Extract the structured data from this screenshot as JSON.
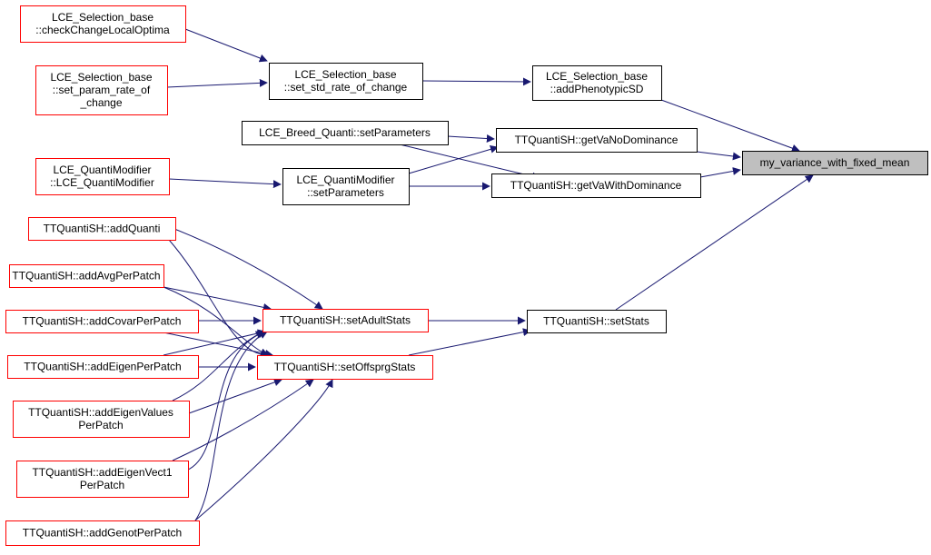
{
  "colors": {
    "edge": "#191970",
    "node_border_default": "#ff0000",
    "node_border_black": "#000000",
    "node_fill": "#ffffff",
    "focus_fill": "#bfbfbf",
    "background": "#ffffff"
  },
  "nodes": [
    {
      "id": "n_check",
      "lines": [
        "LCE_Selection_base",
        "::checkChangeLocalOptima"
      ],
      "border": "red"
    },
    {
      "id": "n_setparam",
      "lines": [
        "LCE_Selection_base",
        "::set_param_rate_of",
        "_change"
      ],
      "border": "red"
    },
    {
      "id": "n_setstd",
      "lines": [
        "LCE_Selection_base",
        "::set_std_rate_of_change"
      ],
      "border": "black"
    },
    {
      "id": "n_addpheno",
      "lines": [
        "LCE_Selection_base",
        "::addPhenotypicSD"
      ],
      "border": "black"
    },
    {
      "id": "n_breed",
      "lines": [
        "LCE_Breed_Quanti::setParameters"
      ],
      "border": "black"
    },
    {
      "id": "n_getvano",
      "lines": [
        "TTQuantiSH::getVaNoDominance"
      ],
      "border": "black"
    },
    {
      "id": "n_myvar",
      "lines": [
        "my_variance_with_fixed_mean"
      ],
      "border": "black",
      "focus": true
    },
    {
      "id": "n_qmod_ctor",
      "lines": [
        "LCE_QuantiModifier",
        "::LCE_QuantiModifier"
      ],
      "border": "red"
    },
    {
      "id": "n_qmod_set",
      "lines": [
        "LCE_QuantiModifier",
        "::setParameters"
      ],
      "border": "black"
    },
    {
      "id": "n_getvawith",
      "lines": [
        "TTQuantiSH::getVaWithDominance"
      ],
      "border": "black"
    },
    {
      "id": "n_addquanti",
      "lines": [
        "TTQuantiSH::addQuanti"
      ],
      "border": "red"
    },
    {
      "id": "n_addavg",
      "lines": [
        "TTQuantiSH::addAvgPerPatch"
      ],
      "border": "red"
    },
    {
      "id": "n_addcovar",
      "lines": [
        "TTQuantiSH::addCovarPerPatch"
      ],
      "border": "red"
    },
    {
      "id": "n_addeigen",
      "lines": [
        "TTQuantiSH::addEigenPerPatch"
      ],
      "border": "red"
    },
    {
      "id": "n_addeigenval",
      "lines": [
        "TTQuantiSH::addEigenValues",
        "PerPatch"
      ],
      "border": "red"
    },
    {
      "id": "n_addeigenvect",
      "lines": [
        "TTQuantiSH::addEigenVect1",
        "PerPatch"
      ],
      "border": "red"
    },
    {
      "id": "n_addgenot",
      "lines": [
        "TTQuantiSH::addGenotPerPatch"
      ],
      "border": "red"
    },
    {
      "id": "n_setadult",
      "lines": [
        "TTQuantiSH::setAdultStats"
      ],
      "border": "red"
    },
    {
      "id": "n_setoff",
      "lines": [
        "TTQuantiSH::setOffsprgStats"
      ],
      "border": "red"
    },
    {
      "id": "n_setstats",
      "lines": [
        "TTQuantiSH::setStats"
      ],
      "border": "black"
    }
  ],
  "edges": [
    {
      "from": "n_check",
      "to": "n_setstd"
    },
    {
      "from": "n_setparam",
      "to": "n_setstd"
    },
    {
      "from": "n_setstd",
      "to": "n_addpheno"
    },
    {
      "from": "n_addpheno",
      "to": "n_myvar"
    },
    {
      "from": "n_breed",
      "to": "n_getvano"
    },
    {
      "from": "n_breed",
      "to": "n_getvawith"
    },
    {
      "from": "n_getvano",
      "to": "n_myvar"
    },
    {
      "from": "n_getvawith",
      "to": "n_myvar"
    },
    {
      "from": "n_qmod_ctor",
      "to": "n_qmod_set"
    },
    {
      "from": "n_qmod_set",
      "to": "n_getvano"
    },
    {
      "from": "n_qmod_set",
      "to": "n_getvawith"
    },
    {
      "from": "n_setstats",
      "to": "n_myvar"
    },
    {
      "from": "n_setadult",
      "to": "n_setstats"
    },
    {
      "from": "n_setoff",
      "to": "n_setstats"
    },
    {
      "from": "n_addquanti",
      "to": "n_setadult"
    },
    {
      "from": "n_addquanti",
      "to": "n_setoff"
    },
    {
      "from": "n_addavg",
      "to": "n_setadult"
    },
    {
      "from": "n_addavg",
      "to": "n_setoff"
    },
    {
      "from": "n_addcovar",
      "to": "n_setadult"
    },
    {
      "from": "n_addcovar",
      "to": "n_setoff"
    },
    {
      "from": "n_addeigen",
      "to": "n_setadult"
    },
    {
      "from": "n_addeigen",
      "to": "n_setoff"
    },
    {
      "from": "n_addeigenval",
      "to": "n_setadult"
    },
    {
      "from": "n_addeigenval",
      "to": "n_setoff"
    },
    {
      "from": "n_addeigenvect",
      "to": "n_setadult"
    },
    {
      "from": "n_addeigenvect",
      "to": "n_setoff"
    },
    {
      "from": "n_addgenot",
      "to": "n_setadult"
    },
    {
      "from": "n_addgenot",
      "to": "n_setoff"
    }
  ]
}
